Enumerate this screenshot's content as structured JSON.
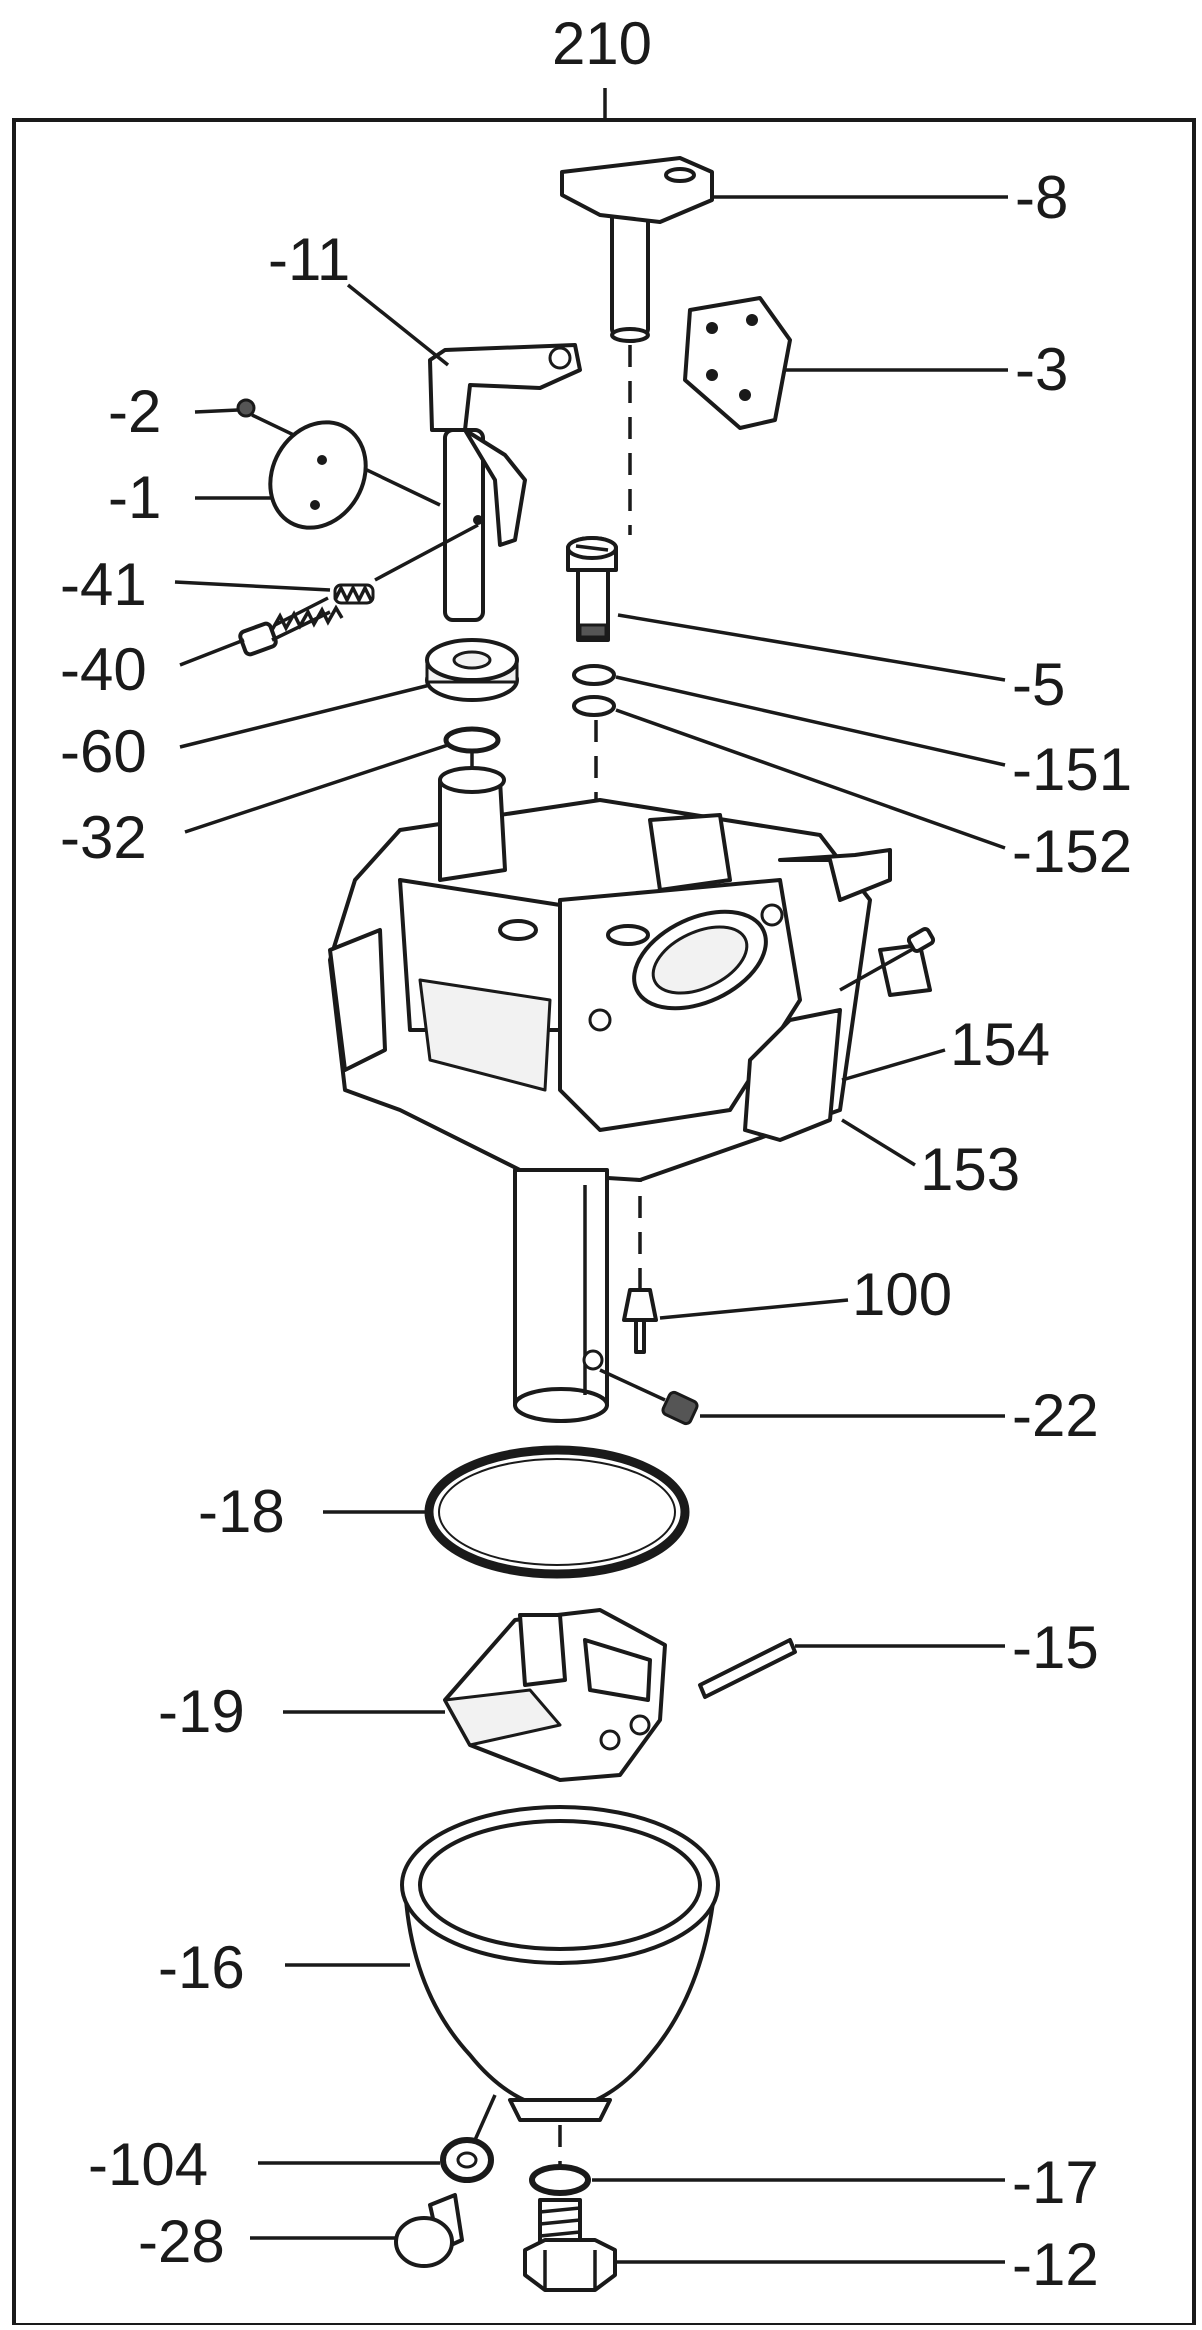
{
  "diagram": {
    "assembly_number": "210",
    "labels": {
      "p8": "-8",
      "p3": "-3",
      "p11": "-11",
      "p2": "-2",
      "p1": "-1",
      "p41": "-41",
      "p40": "-40",
      "p60": "-60",
      "p32": "-32",
      "p5": "-5",
      "p151": "-151",
      "p152": "-152",
      "p154": "154",
      "p153": "153",
      "p100": "100",
      "p22": "-22",
      "p18": "-18",
      "p15": "-15",
      "p19": "-19",
      "p16": "-16",
      "p104": "-104",
      "p17": "-17",
      "p28": "-28",
      "p12": "-12"
    },
    "colors": {
      "ink": "#1a1a1a",
      "paper": "#ffffff"
    }
  }
}
